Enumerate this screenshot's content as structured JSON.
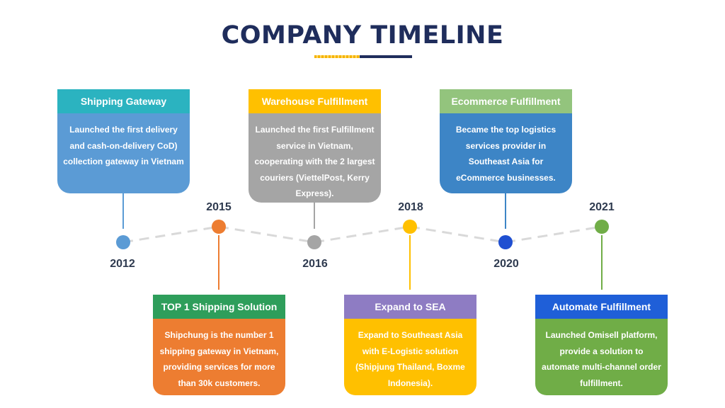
{
  "title": "COMPANY TIMELINE",
  "events": [
    {
      "year": "2012",
      "heading": "Shipping Gateway",
      "text": "Launched the first delivery and cash-on-delivery CoD) collection gateway in Vietnam",
      "header_color": "#2bb3c0",
      "body_color": "#5b9bd5",
      "dot_color": "#5b9bd5"
    },
    {
      "year": "2015",
      "heading": "TOP 1 Shipping Solution",
      "text": "Shipchung is the number 1 shipping gateway in Vietnam, providing services for more than 30k customers.",
      "header_color": "#2e9e5b",
      "body_color": "#ed7d31",
      "dot_color": "#ed7d31"
    },
    {
      "year": "2016",
      "heading": "Warehouse Fulfillment",
      "text": "Launched the first Fulfillment service in Vietnam, cooperating with the 2 largest couriers (ViettelPost, Kerry Express).",
      "header_color": "#ffc000",
      "body_color": "#a5a5a5",
      "dot_color": "#a5a5a5"
    },
    {
      "year": "2018",
      "heading": "Expand to SEA",
      "text": "Expand to Southeast Asia with E-Logistic solution (Shipjung Thailand, Boxme Indonesia).",
      "header_color": "#8e7cc3",
      "body_color": "#ffc000",
      "dot_color": "#ffc000"
    },
    {
      "year": "2020",
      "heading": "Ecommerce Fulfillment",
      "text": "Became the top logistics services provider in Southeast Asia for eCommerce businesses.",
      "header_color": "#93c47d",
      "body_color": "#3d85c6",
      "dot_color": "#1f4fd1"
    },
    {
      "year": "2021",
      "heading": "Automate Fulfillment",
      "text": "Launched Omisell platform, provide a solution to automate multi-channel order fulfillment.",
      "header_color": "#1f5fd8",
      "body_color": "#70ad47",
      "dot_color": "#70ad47"
    }
  ]
}
